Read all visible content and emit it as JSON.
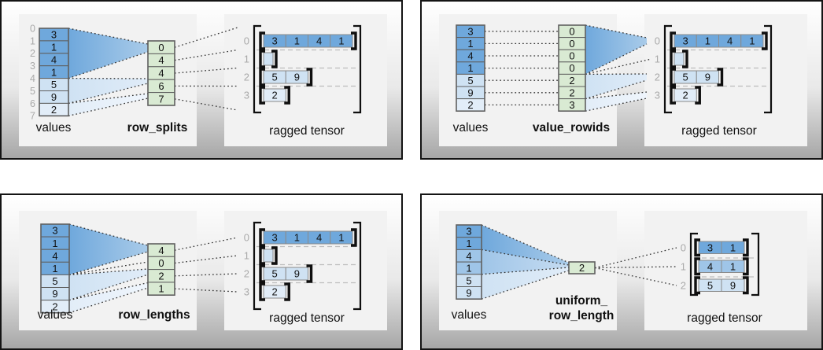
{
  "figure": {
    "description_labels": {
      "values": "values",
      "ragged_tensor": "ragged tensor"
    }
  },
  "colors": {
    "blue_dark": "#6fa8dc",
    "blue_medium": "#9fc5e8",
    "blue_light": "#cfe2f3",
    "blue_faint": "#e2edf8",
    "green": "#d9ead3",
    "card": "#f2f2f2",
    "index_gray": "#a9a9a9",
    "cell_border": "#5f5f5f",
    "tensor_cell_border": "#8a8a8a",
    "bracket_black": "#0f0f0f",
    "separator_gray": "#bdbdbd",
    "dot_line": "#333333",
    "panel_border": "#141414",
    "text": "#111111"
  },
  "panels": [
    {
      "key": "row_splits",
      "values_label": "values",
      "method_label_lines": [
        "row_splits"
      ],
      "result_label": "ragged tensor",
      "value_boundary_indices": [
        "0",
        "1",
        "2",
        "3",
        "4",
        "5",
        "6",
        "7"
      ],
      "value_cells": [
        {
          "t": "3",
          "shade": "dark"
        },
        {
          "t": "1",
          "shade": "dark"
        },
        {
          "t": "4",
          "shade": "dark"
        },
        {
          "t": "1",
          "shade": "dark"
        },
        {
          "t": "5",
          "shade": "light"
        },
        {
          "t": "9",
          "shade": "light"
        },
        {
          "t": "2",
          "shade": "lighter"
        }
      ],
      "param_cells": [
        {
          "t": "0"
        },
        {
          "t": "4"
        },
        {
          "t": "4"
        },
        {
          "t": "6"
        },
        {
          "t": "7"
        }
      ],
      "row_indices": [
        "0",
        "1",
        "2",
        "3"
      ],
      "tensor_rows": [
        {
          "cells": [
            "3",
            "1",
            "4",
            "1"
          ],
          "shade": "dark"
        },
        {
          "cells": [],
          "shade": "light"
        },
        {
          "cells": [
            "5",
            "9"
          ],
          "shade": "light"
        },
        {
          "cells": [
            "2"
          ],
          "shade": "lighter"
        }
      ]
    },
    {
      "key": "value_rowids",
      "values_label": "values",
      "method_label_lines": [
        "value_rowids"
      ],
      "result_label": "ragged tensor",
      "value_boundary_indices": [],
      "value_cells": [
        {
          "t": "3",
          "shade": "dark"
        },
        {
          "t": "1",
          "shade": "dark"
        },
        {
          "t": "4",
          "shade": "dark"
        },
        {
          "t": "1",
          "shade": "dark"
        },
        {
          "t": "5",
          "shade": "light"
        },
        {
          "t": "9",
          "shade": "light"
        },
        {
          "t": "2",
          "shade": "lighter"
        }
      ],
      "param_cells": [
        {
          "t": "0"
        },
        {
          "t": "0"
        },
        {
          "t": "0"
        },
        {
          "t": "0"
        },
        {
          "t": "2"
        },
        {
          "t": "2"
        },
        {
          "t": "3"
        }
      ],
      "row_indices": [
        "0",
        "1",
        "2",
        "3"
      ],
      "tensor_rows": [
        {
          "cells": [
            "3",
            "1",
            "4",
            "1"
          ],
          "shade": "dark"
        },
        {
          "cells": [],
          "shade": "light"
        },
        {
          "cells": [
            "5",
            "9"
          ],
          "shade": "light"
        },
        {
          "cells": [
            "2"
          ],
          "shade": "lighter"
        }
      ]
    },
    {
      "key": "row_lengths",
      "values_label": "values",
      "method_label_lines": [
        "row_lengths"
      ],
      "result_label": "ragged tensor",
      "value_boundary_indices": [],
      "value_cells": [
        {
          "t": "3",
          "shade": "dark"
        },
        {
          "t": "1",
          "shade": "dark"
        },
        {
          "t": "4",
          "shade": "dark"
        },
        {
          "t": "1",
          "shade": "dark"
        },
        {
          "t": "5",
          "shade": "light"
        },
        {
          "t": "9",
          "shade": "light"
        },
        {
          "t": "2",
          "shade": "lighter"
        }
      ],
      "param_cells": [
        {
          "t": "4"
        },
        {
          "t": "0"
        },
        {
          "t": "2"
        },
        {
          "t": "1"
        }
      ],
      "row_indices": [
        "0",
        "1",
        "2",
        "3"
      ],
      "tensor_rows": [
        {
          "cells": [
            "3",
            "1",
            "4",
            "1"
          ],
          "shade": "dark"
        },
        {
          "cells": [],
          "shade": "light"
        },
        {
          "cells": [
            "5",
            "9"
          ],
          "shade": "light"
        },
        {
          "cells": [
            "2"
          ],
          "shade": "lighter"
        }
      ]
    },
    {
      "key": "uniform_row_length",
      "values_label": "values",
      "method_label_lines": [
        "uniform_",
        "row_length"
      ],
      "result_label": "ragged tensor",
      "value_boundary_indices": [],
      "value_cells": [
        {
          "t": "3",
          "shade": "dark"
        },
        {
          "t": "1",
          "shade": "dark"
        },
        {
          "t": "4",
          "shade": "medium"
        },
        {
          "t": "1",
          "shade": "medium"
        },
        {
          "t": "5",
          "shade": "light"
        },
        {
          "t": "9",
          "shade": "light"
        }
      ],
      "param_cells": [
        {
          "t": "2"
        }
      ],
      "row_indices": [
        "0",
        "1",
        "2"
      ],
      "tensor_rows": [
        {
          "cells": [
            "3",
            "1"
          ],
          "shade": "dark"
        },
        {
          "cells": [
            "4",
            "1"
          ],
          "shade": "medium"
        },
        {
          "cells": [
            "5",
            "9"
          ],
          "shade": "light"
        }
      ]
    }
  ]
}
